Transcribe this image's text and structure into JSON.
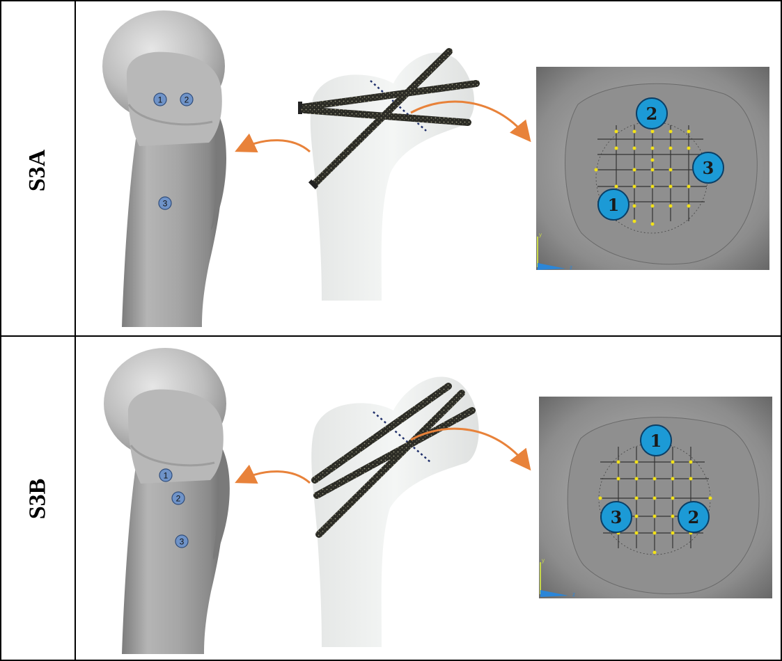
{
  "rows": [
    {
      "label": "S3A",
      "posterior_markers": [
        "1",
        "2",
        "3"
      ],
      "section_markers": [
        "2",
        "3",
        "1"
      ],
      "axis_labels": {
        "y": "y",
        "z": "z"
      }
    },
    {
      "label": "S3B",
      "posterior_markers": [
        "1",
        "2",
        "3"
      ],
      "section_markers": [
        "1",
        "3",
        "2"
      ],
      "axis_labels": {
        "y": "y",
        "z": "z"
      }
    }
  ],
  "colors": {
    "marker_blue": "#1c9ad6",
    "small_marker_blue": "#6f93c8",
    "arrow_orange": "#e8823a",
    "grid_dot_yellow": "#f2e21a",
    "bone_gray": "#9a9a9a",
    "section_gray": "#8f8f8f",
    "screw_dark": "#2a2a22"
  },
  "icons": [
    "posterior-bone-view",
    "screw-configuration-view",
    "cross-section-view",
    "curved-arrow-icon"
  ]
}
